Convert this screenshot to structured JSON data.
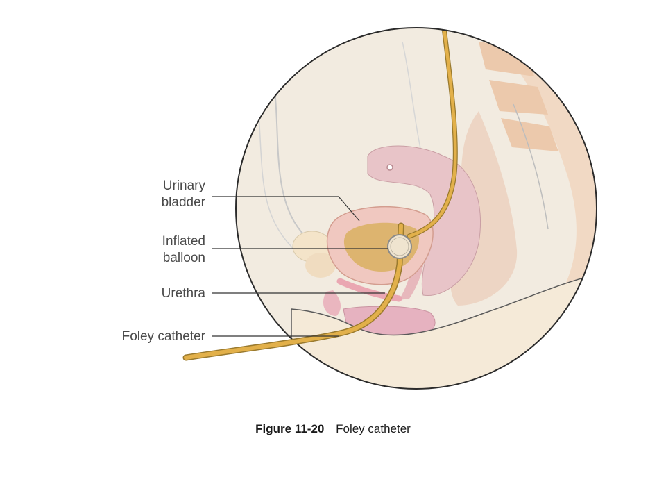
{
  "labels": {
    "urinary_bladder": [
      "Urinary",
      "bladder"
    ],
    "inflated_balloon": [
      "Inflated",
      "balloon"
    ],
    "urethra": "Urethra",
    "foley_catheter": "Foley catheter"
  },
  "caption": {
    "figure_number": "Figure 11-20",
    "title": "Foley catheter"
  },
  "colors": {
    "skin_background": "#f2ebe0",
    "bladder": "#f0c8c0",
    "bladder_interior": "#d9b060",
    "uterus": "#e8c4c8",
    "spine": "#f1d9c4",
    "catheter": "#e2b04a",
    "catheter_outline": "#9a7a2e",
    "leader_line": "#333333"
  }
}
